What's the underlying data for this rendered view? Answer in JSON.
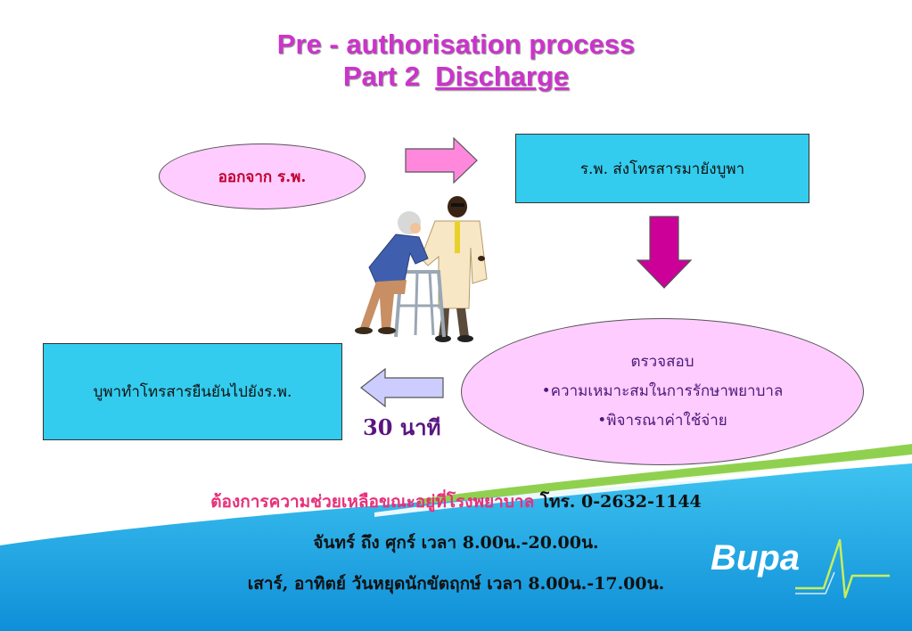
{
  "title": {
    "line1": "Pre - authorisation process",
    "line2_prefix": "Part 2",
    "line2_underlined": "Discharge"
  },
  "flow": {
    "exit_label": "ออกจาก ร.พ.",
    "send_label": "ร.พ. ส่งโทรสารมายังบูพา",
    "check_title": "ตรวจสอบ",
    "check_item1": "•ความเหมาะสมในการรักษาพยาบาล",
    "check_item2": "•พิจารณาค่าใช้จ่าย",
    "confirm_label": "บูพาทำโทรสารยืนยันไปยังร.พ.",
    "timer_label": "30 นาที"
  },
  "help": {
    "prompt": "ต้องการความช่วยเหลือขณะอยู่ที่โรงพยาบาล",
    "phone": " โทร. 0-2632-1144",
    "weekday_hours": "จันทร์ ถึง ศุกร์  เวลา 8.00น.-20.00น.",
    "weekend_hours": "เสาร์, อาทิตย์ วันหยุดนักขัตฤกษ์  เวลา 8.00น.-17.00น."
  },
  "brand": {
    "logo_text": "Bupa"
  },
  "colors": {
    "title": "#cc33cc",
    "arrow_fill": "#ff88dd",
    "down_arrow_fill": "#cc0099",
    "left_arrow_fill": "#ccccff",
    "box_fill": "#33ccee",
    "ellipse_fill": "#ffccff",
    "footer_blue": "#1aa0e0",
    "footer_green": "#8fd14f"
  },
  "icons": {
    "illustration": "doctor-with-elderly-patient-walker-icon",
    "logo_mark": "heartbeat-line-icon"
  }
}
